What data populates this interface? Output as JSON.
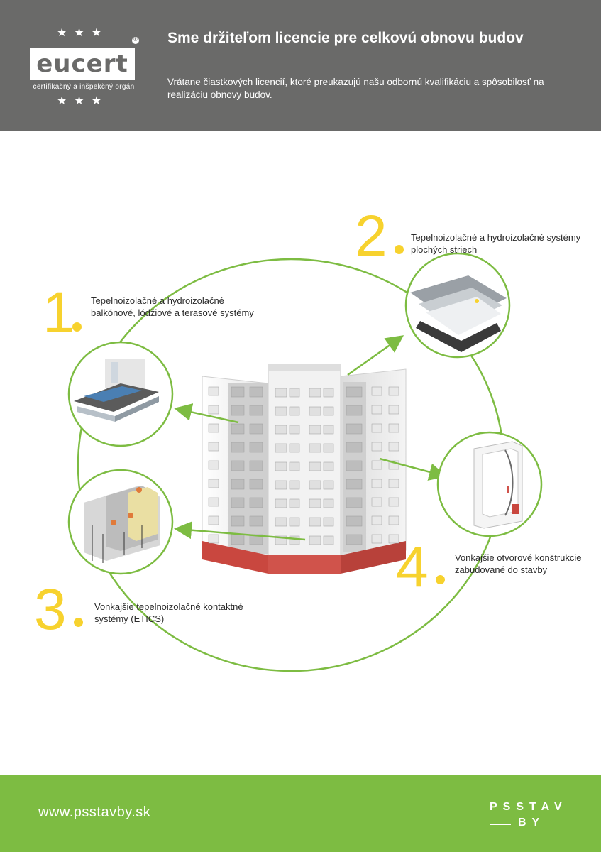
{
  "header": {
    "logo": {
      "wordmark": "eucert",
      "subtitle": "certifikačný a inšpekčný orgán",
      "registered_mark": "®"
    },
    "title": "Sme držiteľom licencie pre celkovú obnovu budov",
    "subtitle": "Vrátane čiastkových licencií, ktoré preukazujú našu odbornú kvalifikáciu a spôsobilosť na realizáciu obnovy budov."
  },
  "items": [
    {
      "number": "1",
      "label": "Tepelnoizolačné a hydroizolačné balkónové, lódžiové a terasové systémy"
    },
    {
      "number": "2",
      "label": "Tepelnoizolačné a hydroizolačné systémy plochých striech"
    },
    {
      "number": "3",
      "label": "Vonkajšie tepelnoizolačné kontaktné systémy (ETICS)"
    },
    {
      "number": "4",
      "label": "Vonkajšie otvorové konštrukcie zabudované do stavby"
    }
  ],
  "footer": {
    "url": "www.psstavby.sk",
    "brand_line1": "PSSTAV",
    "brand_line2": "BY"
  },
  "colors": {
    "header_bg": "#6a6a69",
    "accent_green": "#7dbc42",
    "accent_yellow": "#f7d22e",
    "building_base": "#c9473f"
  },
  "icons": [
    "star-icon",
    "arrow-icon",
    "balcony-system-icon",
    "flat-roof-icon",
    "etics-wall-icon",
    "window-frame-icon",
    "building-illustration"
  ]
}
